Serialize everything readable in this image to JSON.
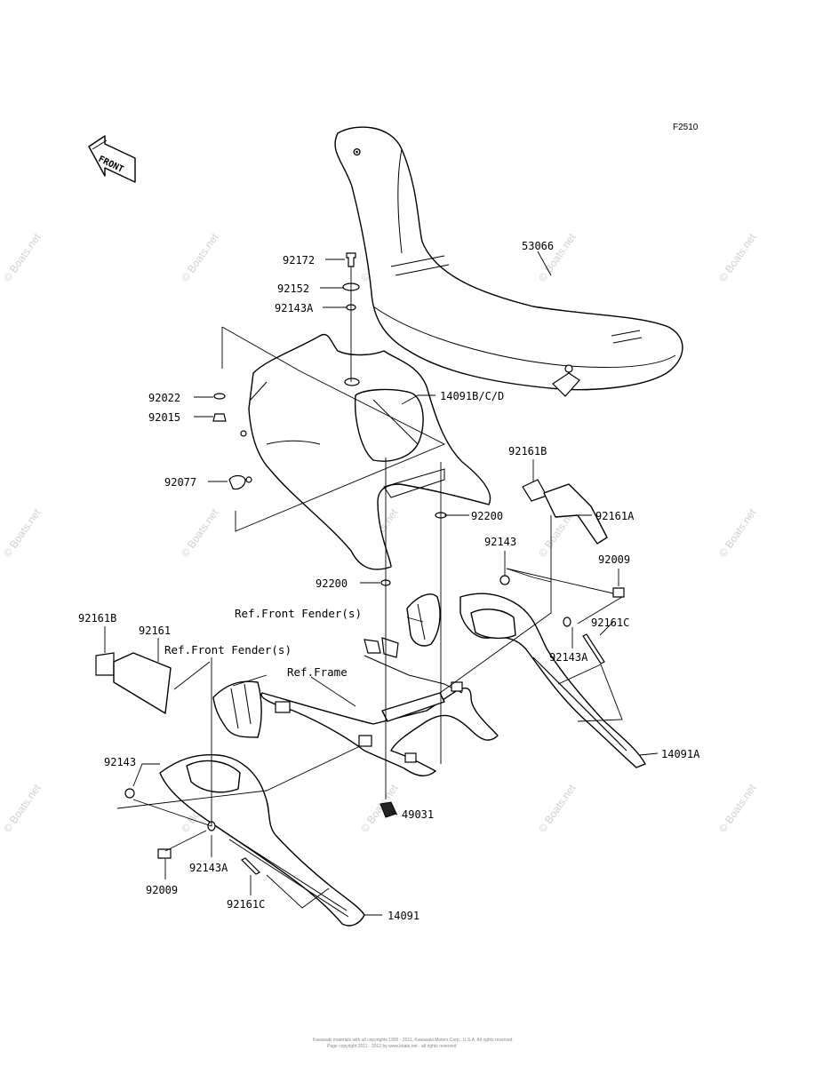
{
  "figure_code": "F2510",
  "front_arrow_text": "FRONT",
  "watermark_text": "© Boats.net",
  "footer_lines": [
    "Kawasaki materials with all copyrights 1995 - 2011, Kawasaki Motors Corp., U.S.A. All rights reserved.",
    "Page copyright 2011 - 2012 by www.boats.net - all rights reserved"
  ],
  "part_labels": [
    {
      "id": "53066",
      "text": "53066"
    },
    {
      "id": "92172",
      "text": "92172"
    },
    {
      "id": "92152",
      "text": "92152"
    },
    {
      "id": "92143A-top",
      "text": "92143A"
    },
    {
      "id": "92022",
      "text": "92022"
    },
    {
      "id": "92015",
      "text": "92015"
    },
    {
      "id": "14091BCD",
      "text": "14091B/C/D"
    },
    {
      "id": "92077",
      "text": "92077"
    },
    {
      "id": "92161B-right",
      "text": "92161B"
    },
    {
      "id": "92161A",
      "text": "92161A"
    },
    {
      "id": "92200-upper",
      "text": "92200"
    },
    {
      "id": "92143-right",
      "text": "92143"
    },
    {
      "id": "92009-right",
      "text": "92009"
    },
    {
      "id": "92200-lower",
      "text": "92200"
    },
    {
      "id": "92161C-right",
      "text": "92161C"
    },
    {
      "id": "92143A-right",
      "text": "92143A"
    },
    {
      "id": "92161B-left",
      "text": "92161B"
    },
    {
      "id": "92161",
      "text": "92161"
    },
    {
      "id": "14091A",
      "text": "14091A"
    },
    {
      "id": "92143-left",
      "text": "92143"
    },
    {
      "id": "49031",
      "text": "49031"
    },
    {
      "id": "92143A-left",
      "text": "92143A"
    },
    {
      "id": "92009-left",
      "text": "92009"
    },
    {
      "id": "92161C-left",
      "text": "92161C"
    },
    {
      "id": "14091",
      "text": "14091"
    }
  ],
  "ref_labels": [
    {
      "id": "ref-front-fender-1",
      "text": "Ref.Front Fender(s)"
    },
    {
      "id": "ref-front-fender-2",
      "text": "Ref.Front Fender(s)"
    },
    {
      "id": "ref-frame",
      "text": "Ref.Frame"
    }
  ]
}
